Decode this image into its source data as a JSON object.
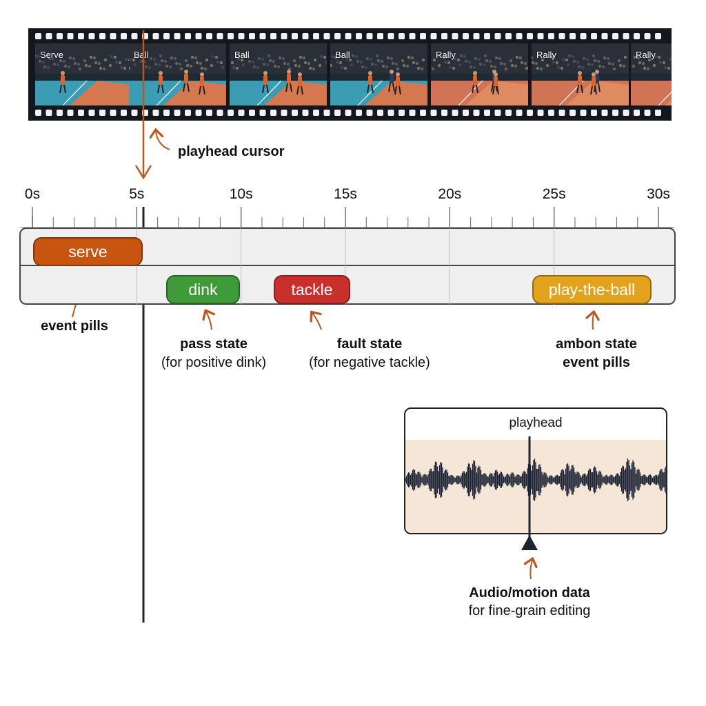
{
  "filmstrip": {
    "frames": [
      {
        "label": "Serve"
      },
      {
        "label": "Ball"
      },
      {
        "label": "Ball"
      },
      {
        "label": "Ball"
      },
      {
        "label": "Rally"
      },
      {
        "label": "Rally"
      },
      {
        "label": "Rally"
      }
    ]
  },
  "annotations": {
    "playhead_cursor": "playhead cursor",
    "event_pills": "event pills",
    "pass_state_title": "pass state",
    "pass_state_note": "(for positive dink)",
    "fault_state_title": "fault state",
    "fault_state_note": "(for negative tackle)",
    "ambon_state_line1": "ambon state",
    "ambon_state_line2": "event pills",
    "audio_title": "Audio/motion data",
    "audio_note": "for fine-grain editing"
  },
  "timeline": {
    "tick_labels": [
      "0s",
      "5s",
      "10s",
      "15s",
      "20s",
      "25s",
      "30s"
    ],
    "events": [
      {
        "label": "serve",
        "color": "#c8550f"
      },
      {
        "label": "dink",
        "color": "#3f9a3a"
      },
      {
        "label": "tackle",
        "color": "#c9302c"
      },
      {
        "label": "play-the-ball",
        "color": "#e2a21b"
      }
    ]
  },
  "audio_panel": {
    "label": "playhead"
  },
  "colors": {
    "annotation_arrow": "#b9571e",
    "playhead_line": "#1c2333",
    "track_background": "#efefef",
    "audio_background": "#f6e6d7"
  }
}
